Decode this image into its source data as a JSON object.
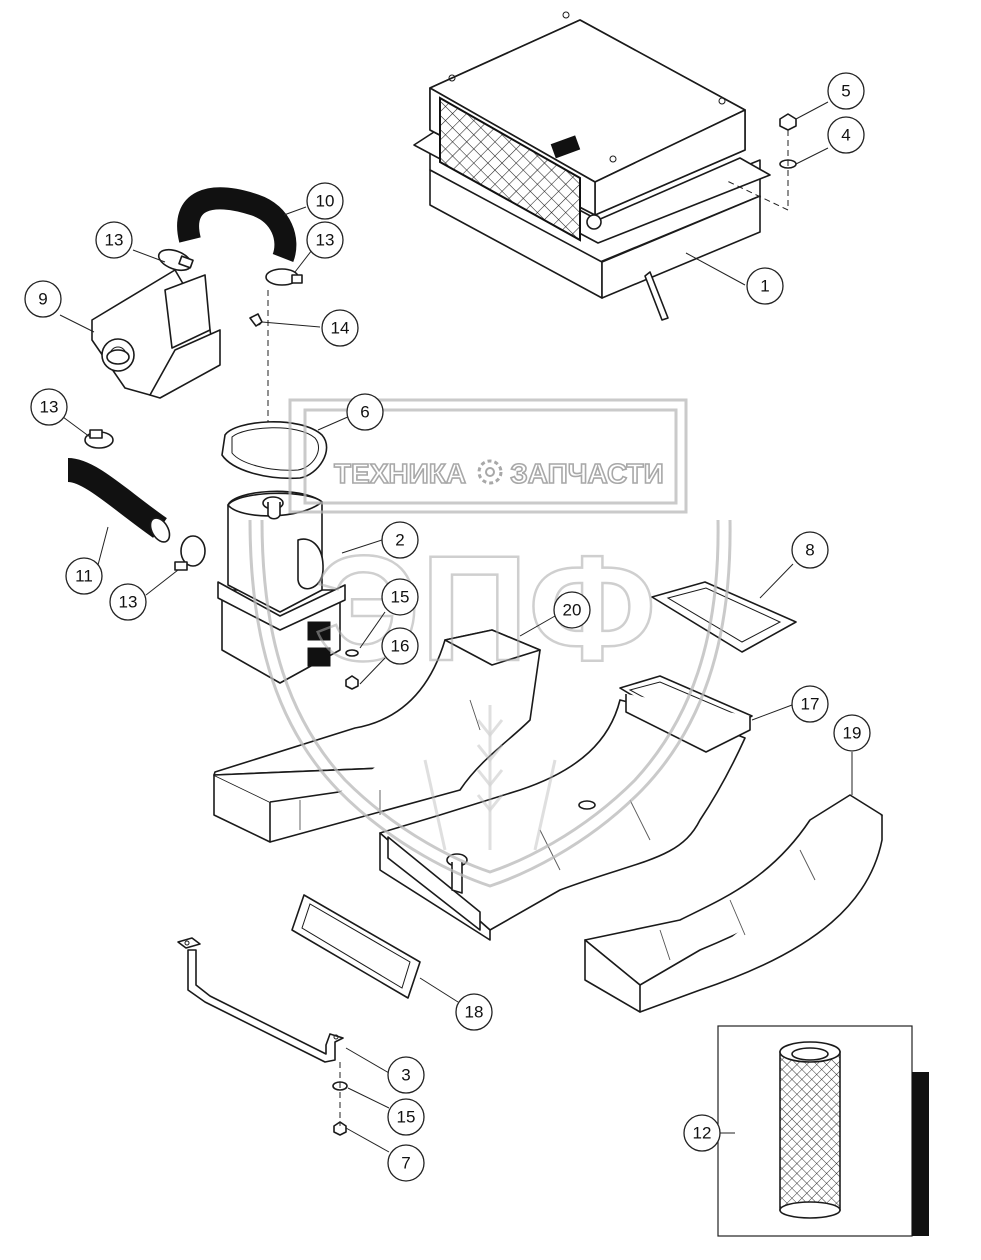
{
  "watermark": {
    "text_left": "ТЕХНИКА",
    "text_right": "ЗАПЧАСТИ",
    "logo_letters": "ЭПФ"
  },
  "callouts": [
    {
      "id": "c1",
      "label": "1"
    },
    {
      "id": "c2",
      "label": "2"
    },
    {
      "id": "c3",
      "label": "3"
    },
    {
      "id": "c4",
      "label": "4"
    },
    {
      "id": "c5",
      "label": "5"
    },
    {
      "id": "c6",
      "label": "6"
    },
    {
      "id": "c7",
      "label": "7"
    },
    {
      "id": "c8",
      "label": "8"
    },
    {
      "id": "c9",
      "label": "9"
    },
    {
      "id": "c10",
      "label": "10"
    },
    {
      "id": "c11",
      "label": "11"
    },
    {
      "id": "c12",
      "label": "12"
    },
    {
      "id": "c13a",
      "label": "13"
    },
    {
      "id": "c13b",
      "label": "13"
    },
    {
      "id": "c13c",
      "label": "13"
    },
    {
      "id": "c13d",
      "label": "13"
    },
    {
      "id": "c14",
      "label": "14"
    },
    {
      "id": "c15a",
      "label": "15"
    },
    {
      "id": "c15b",
      "label": "15"
    },
    {
      "id": "c16",
      "label": "16"
    },
    {
      "id": "c17",
      "label": "17"
    },
    {
      "id": "c18",
      "label": "18"
    },
    {
      "id": "c19",
      "label": "19"
    },
    {
      "id": "c20",
      "label": "20"
    }
  ]
}
